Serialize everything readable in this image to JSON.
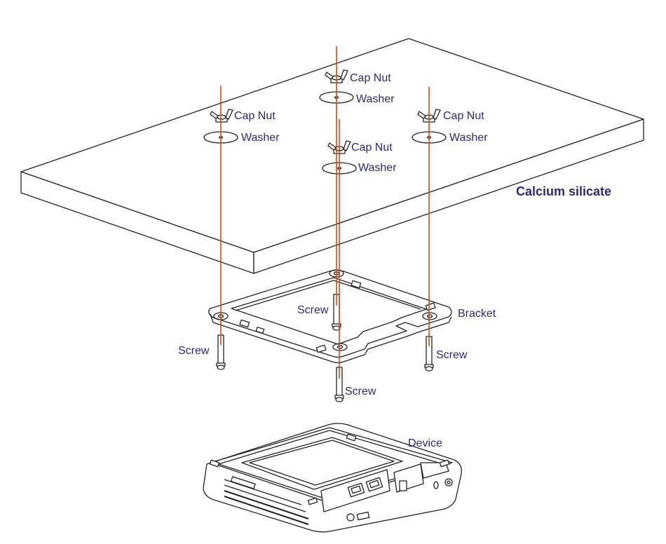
{
  "labels": {
    "board": "Calcium silicate",
    "cap_nut": "Cap Nut",
    "washer": "Washer",
    "screw": "Screw",
    "bracket": "Bracket",
    "device": "Device"
  },
  "colors": {
    "axis_line": "#cc4b1e",
    "label_text": "#2e2a6e",
    "outline": "#222222"
  }
}
